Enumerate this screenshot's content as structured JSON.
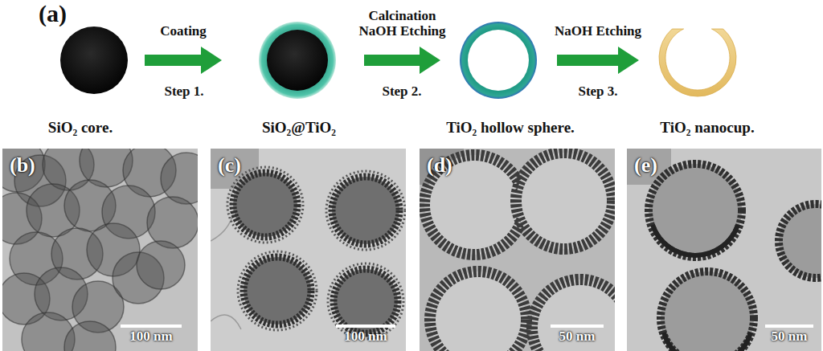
{
  "diagram": {
    "nodes": [
      {
        "text": [
          "SiO₂ core."
        ]
      },
      {
        "text": [
          "SiO₂@TiO₂"
        ]
      },
      {
        "text": [
          "TiO₂ hollow sphere."
        ]
      },
      {
        "text": [
          "TiO₂ nanocup."
        ]
      },
      {
        "text": [
          "(b)",
          "100 nm"
        ]
      },
      {
        "text": [
          "(c)",
          "100 nm"
        ]
      },
      {
        "text": [
          "(d)",
          "50 nm"
        ]
      },
      {
        "text": [
          "(e)",
          "50 nm"
        ]
      }
    ],
    "edges": [
      {
        "from": 0,
        "to": 1,
        "arrow": "to",
        "label": "Coating"
      },
      {
        "from": 1,
        "to": 2,
        "arrow": "to",
        "label": "Calcination NaOH Etching"
      },
      {
        "from": 2,
        "to": 3,
        "arrow": "to",
        "label": "NaOH Etching"
      }
    ],
    "labels": [
      "(a)",
      "Step 1.",
      "Step 2.",
      "Step 3."
    ]
  }
}
